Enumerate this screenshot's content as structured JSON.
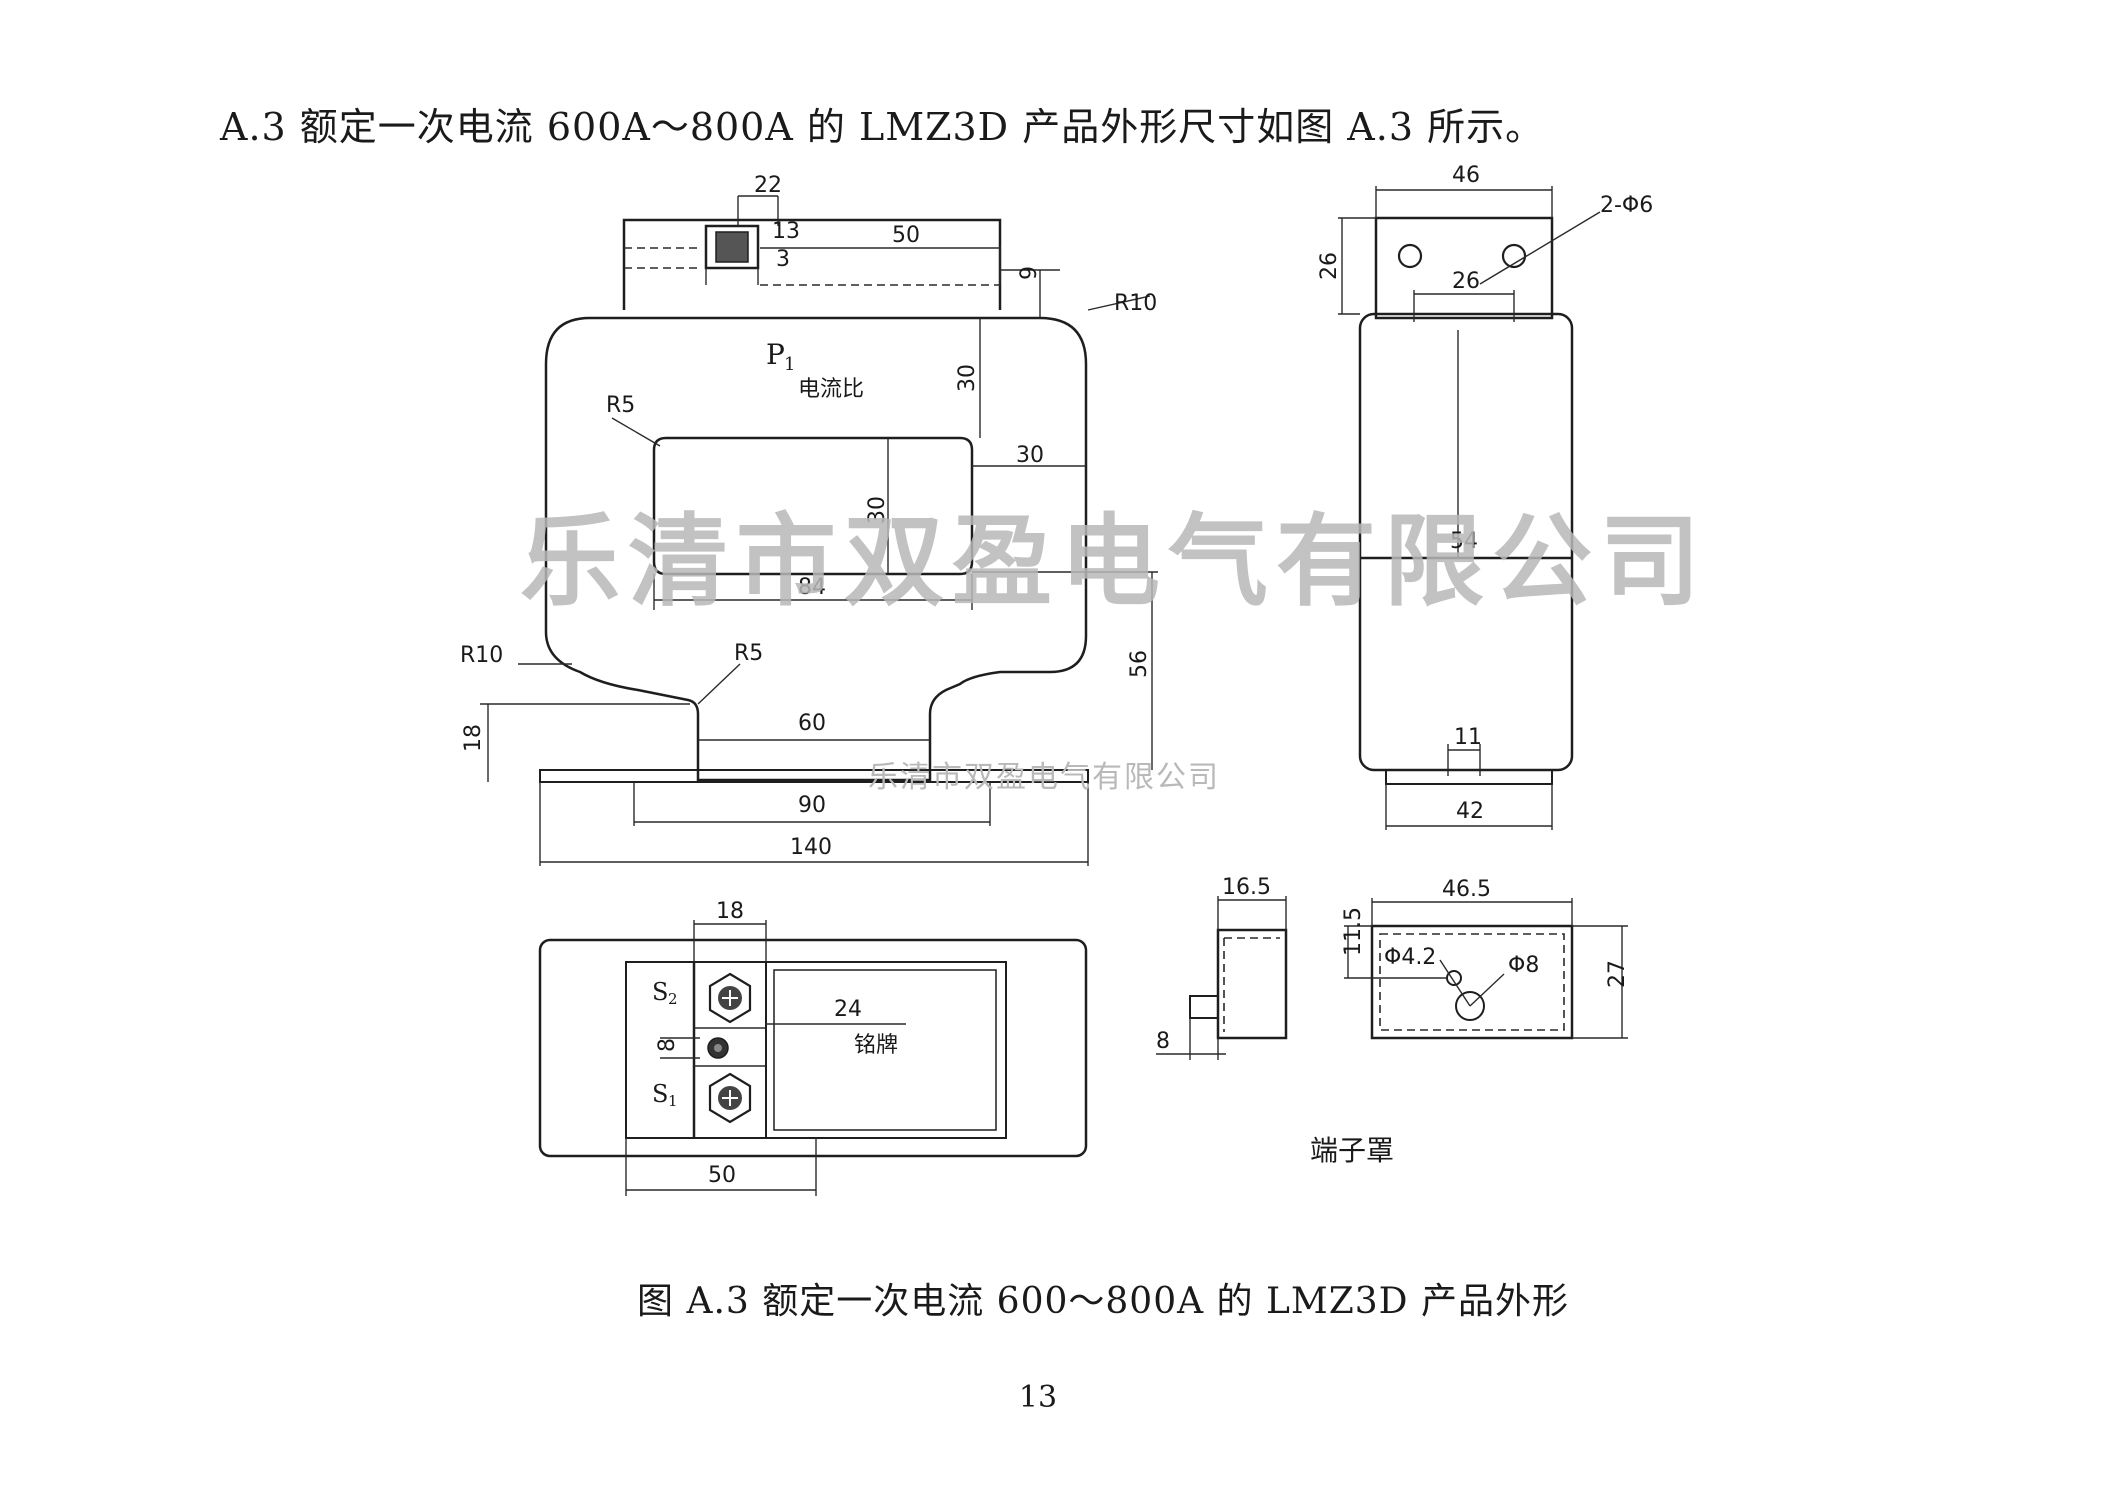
{
  "heading": "A.3  额定一次电流 600A～800A 的 LMZ3D 产品外形尺寸如图 A.3 所示。",
  "caption": "图 A.3  额定一次电流 600～800A  的 LMZ3D 产品外形",
  "page_number": "13",
  "watermark_large": "乐清市双盈电气有限公司",
  "watermark_small": "乐清市双盈电气有限公司",
  "front_view": {
    "dims": {
      "d22": "22",
      "d13": "13",
      "d3": "3",
      "d50_top": "50",
      "d9": "9",
      "r10_top": "R10",
      "d30_v": "30",
      "d30_h": "30",
      "d30_win": "30",
      "r5_top": "R5",
      "d84": "84",
      "r10_low": "R10",
      "r5_low": "R5",
      "d56": "56",
      "d18": "18",
      "d60": "60",
      "d90": "90",
      "d140": "140"
    },
    "label_p1": "P",
    "label_p1_sub": "1",
    "label_ratio": "电流比"
  },
  "side_view": {
    "dims": {
      "d46": "46",
      "phi": "2-Φ6",
      "d26_v": "26",
      "d26_h": "26",
      "d54": "54",
      "d11": "11",
      "d42": "42"
    }
  },
  "bottom_view": {
    "dims": {
      "d18": "18",
      "d24": "24",
      "d8": "8",
      "d50": "50"
    },
    "label_s2": "S",
    "label_s2_sub": "2",
    "label_s1": "S",
    "label_s1_sub": "1",
    "label_nameplate": "铭牌"
  },
  "terminal_cover": {
    "dims": {
      "d16_5": "16.5",
      "d8": "8",
      "d46_5": "46.5",
      "d11_5": "11.5",
      "phi4_2": "Φ4.2",
      "phi8": "Φ8",
      "d27": "27"
    },
    "label": "端子罩"
  }
}
